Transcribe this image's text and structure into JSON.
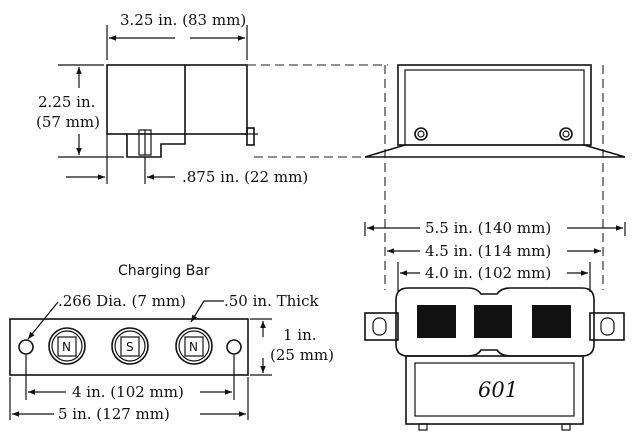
{
  "top_view": {
    "width_dim": "3.25 in. (83 mm)",
    "height_dim_in": "2.25 in.",
    "height_dim_mm": "(57 mm)",
    "offset_dim": ".875 in.  (22 mm)"
  },
  "front_view": {
    "overall_dim": "5.5 in. (140 mm)",
    "middle_dim": "4.5 in. (114 mm)",
    "inner_dim": "4.0 in. (102 mm)",
    "model_number": "601"
  },
  "charging_bar": {
    "title": "Charging Bar",
    "hole_dim": ".266 Dia. (7 mm)",
    "thickness": ".50 in. Thick",
    "height_dim_in": "1 in.",
    "height_dim_mm": "(25 mm)",
    "hole_spacing_dim": "4 in. (102 mm)",
    "length_dim": "5 in. (127 mm)",
    "poles": [
      "N",
      "S",
      "N"
    ]
  }
}
